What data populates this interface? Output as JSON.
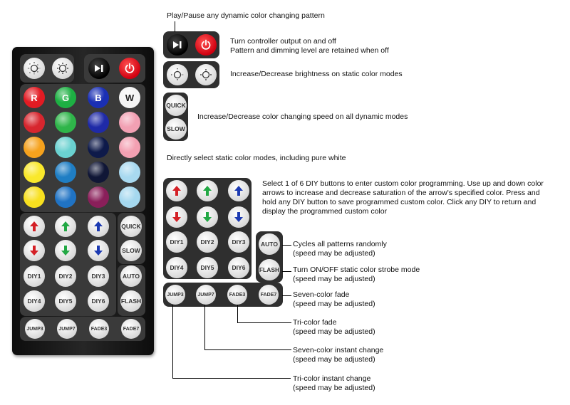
{
  "remote": {
    "top_row": [
      {
        "name": "brightness-up-button",
        "icon": "sun-dots-icon"
      },
      {
        "name": "brightness-down-button",
        "icon": "sun-icon"
      },
      {
        "name": "play-pause-button",
        "icon": "play-pause-icon"
      },
      {
        "name": "power-button",
        "icon": "power-icon"
      }
    ],
    "color_labels": [
      "R",
      "G",
      "B",
      "W"
    ],
    "color_rows": [
      [
        "#e31b23",
        "#1db043",
        "#1a2fb4",
        "#f4f4f4"
      ],
      [
        "#d7262e",
        "#2fb54a",
        "#1f2aa7",
        "#f2a0b3"
      ],
      [
        "#f6a21d",
        "#6ad1d0",
        "#0e1a4a",
        "#f3a0b2"
      ],
      [
        "#f9e82b",
        "#1f7ec4",
        "#101636",
        "#a8d9f0"
      ],
      [
        "#f8e01f",
        "#2073c4",
        "#8a1f5a",
        "#a5d8ef"
      ]
    ],
    "quick_label": "QUICK",
    "slow_label": "SLOW",
    "diy_labels": [
      "DIY1",
      "DIY2",
      "DIY3",
      "DIY4",
      "DIY5",
      "DIY6"
    ],
    "auto_label": "AUTO",
    "flash_label": "FLASH",
    "bottom_labels": [
      "JUMP3",
      "JUMP7",
      "FADE3",
      "FADE7"
    ],
    "arrow_colors": {
      "red": "#d42026",
      "green": "#22a844",
      "blue": "#1c3ab2"
    }
  },
  "annotations": {
    "play_pause": "Play/Pause any dynamic color changing pattern",
    "power_line1": "Turn controller output on and off",
    "power_line2": "Pattern and dimming level are retained when off",
    "brightness": "Increase/Decrease brightness on static color modes",
    "speed": "Increase/Decrease color changing speed on all dynamic modes",
    "static_colors": "Directly select static color modes, including pure white",
    "diy_line1": "Select 1 of 6 DIY buttons to enter custom color programming. Use up and down color",
    "diy_line2": "arrows to increase and decrease saturation of the arrow's specified color. Press and",
    "diy_line3": "hold any DIY button to save programmed custom color. Click any DIY to return and",
    "diy_line4": "display the programmed custom color",
    "auto_line1": "Cycles all patterns randomly",
    "auto_line2": "(speed may be adjusted)",
    "flash_line1": "Turn ON/OFF static color strobe mode",
    "flash_line2": "(speed may be adjusted)",
    "fade7_line1": "Seven-color fade",
    "fade7_line2": "(speed may be adjusted)",
    "fade3_line1": "Tri-color fade",
    "fade3_line2": "(speed may be adjusted)",
    "jump7_line1": "Seven-color instant change",
    "jump7_line2": "(speed may be adjusted)",
    "jump3_line1": "Tri-color instant change",
    "jump3_line2": "(speed may be adjusted)"
  }
}
